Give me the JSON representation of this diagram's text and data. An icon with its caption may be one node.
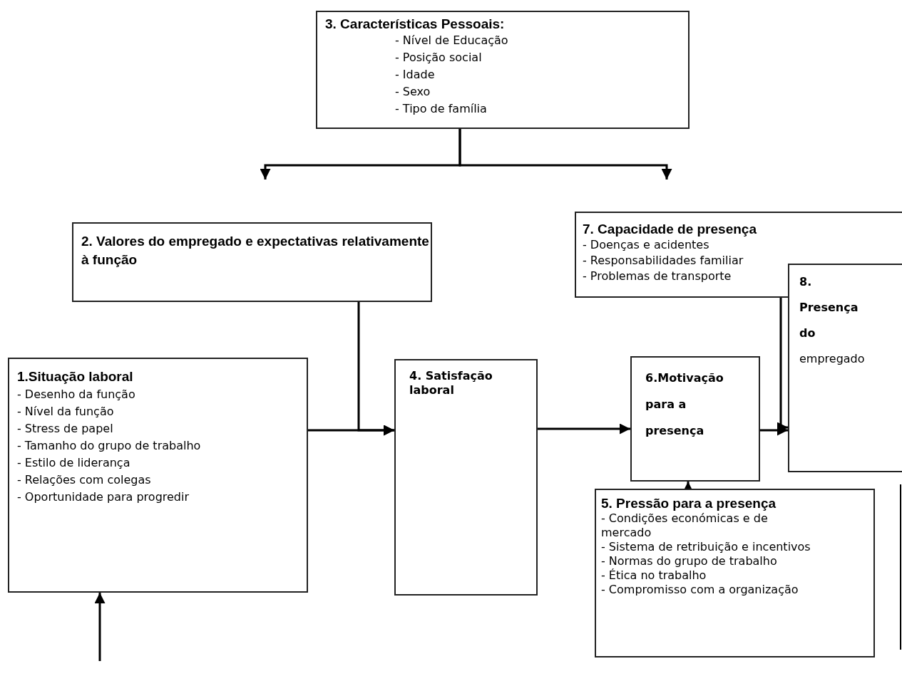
{
  "diagram": {
    "nodes": [
      {
        "text": [
          "3. Características Pessoais:",
          "- Nível de Educação",
          "- Posição social",
          "- Idade",
          "- Sexo",
          "- Tipo de família"
        ]
      },
      {
        "text": [
          "2. Valores do empregado e expectativas relativamente à função"
        ]
      },
      {
        "text": [
          "7. Capacidade de presença",
          "- Doenças e acidentes",
          "- Responsabilidades familiar",
          "- Problemas de transporte"
        ]
      },
      {
        "text": [
          "**8. Presença do** empregado"
        ]
      },
      {
        "text": [
          "1.Situação laboral",
          "- Desenho da função",
          "- Nível da função",
          "- Stress de papel",
          "- Tamanho do grupo de trabalho",
          "- Estilo de liderança",
          "- Relações com colegas",
          "- Oportunidade para progredir"
        ]
      },
      {
        "text": [
          "4. Satisfação laboral"
        ]
      },
      {
        "text": [
          "6.Motivação para a presença"
        ]
      },
      {
        "text": [
          "5. Pressão para a presença",
          "- Condições económicas e de mercado",
          "- Sistema de retribuição e incentivos",
          "- Normas do grupo de trabalho",
          "- Ética no trabalho",
          "- Compromisso com a organização"
        ]
      }
    ],
    "edges": [
      {
        "from": 0,
        "to": null,
        "arrow": "to"
      },
      {
        "from": 0,
        "to": null,
        "arrow": "to"
      },
      {
        "from": 1,
        "to": 5,
        "arrow": "to"
      },
      {
        "from": 4,
        "to": 5,
        "arrow": "to"
      },
      {
        "from": 5,
        "to": 6,
        "arrow": "to"
      },
      {
        "from": 6,
        "to": 3,
        "arrow": "to"
      },
      {
        "from": 2,
        "to": 3,
        "arrow": "to"
      },
      {
        "from": 7,
        "to": 6,
        "arrow": "to"
      },
      {
        "from": null,
        "to": 4,
        "arrow": "to"
      }
    ]
  }
}
